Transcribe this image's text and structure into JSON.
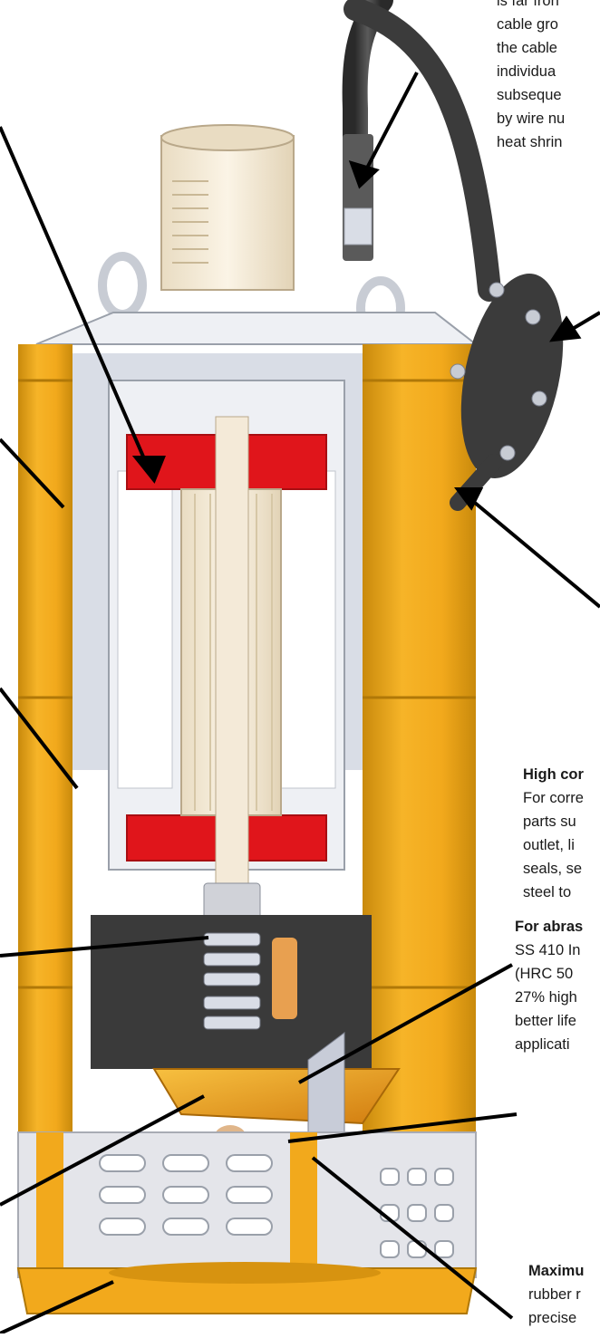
{
  "captions": {
    "cable": {
      "lines": [
        "is far fron",
        "cable gro",
        "the cable",
        "individua",
        "subseque",
        "by wire nu",
        "heat shrin"
      ]
    },
    "corrosion": {
      "title": "High cor",
      "lines": [
        "For corre",
        "parts su",
        "outlet, li",
        "seals, se",
        "steel to"
      ]
    },
    "abrasion": {
      "title": "For abras",
      "lines": [
        "SS 410 In",
        "(HRC 50",
        "27% high",
        "better life",
        "applicati"
      ]
    },
    "maximum": {
      "title": "Maximu",
      "lines": [
        "rubber r",
        "precise"
      ]
    }
  },
  "colors": {
    "casing_yellow": "#f2a91c",
    "casing_dark": "#c98a0c",
    "inner_grey": "#d9dde6",
    "stator_cream": "#f4ead8",
    "red_parts": "#e0151b",
    "cable_dark": "#3b3b3b",
    "strainer_silver": "#e4e5ea",
    "impeller_orange": "#f0a020",
    "pointer": "#000000"
  }
}
